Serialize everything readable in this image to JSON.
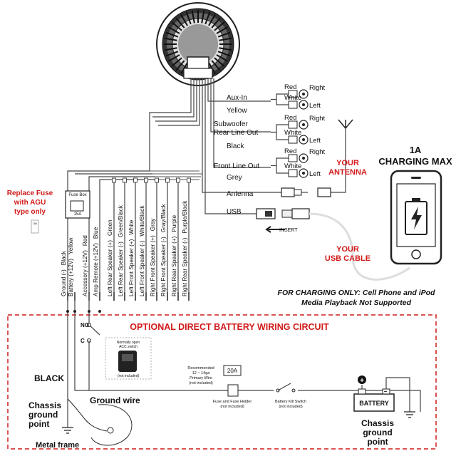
{
  "labels": {
    "aux_in": "Aux-In",
    "yellow": "Yellow",
    "subwoofer": "Subwoofer",
    "rear_line_out": "Rear Line Out",
    "black": "Black",
    "front_line_out": "Front Line Out",
    "grey": "Grey",
    "antenna": "Antenna",
    "usb": "USB",
    "insert": "INSERT",
    "red": "Red",
    "white": "White",
    "right": "Right",
    "left": "Left"
  },
  "replace_fuse": [
    "Replace Fuse",
    "with AGU",
    "type only"
  ],
  "fuse_box": {
    "title": "Fuse Box",
    "rating": "15A",
    "small": "15A"
  },
  "harness": [
    {
      "name": "Ground (-)",
      "color": "Black"
    },
    {
      "name": "Battery (+12V)",
      "color": "Yellow"
    },
    {
      "name": "Accessory (+12V)",
      "color": "Red"
    },
    {
      "name": "Amp Remote (+12V)",
      "color": "Blue"
    },
    {
      "name": "Left Rear Speaker (+)",
      "color": "Green"
    },
    {
      "name": "Left Rear Speaker (-)",
      "color": "Green/Black"
    },
    {
      "name": "Left Front Speaker (+)",
      "color": "White"
    },
    {
      "name": "Left Front Speaker (-)",
      "color": "White/Black"
    },
    {
      "name": "Right Front Speaker (+)",
      "color": "Gray"
    },
    {
      "name": "Right Front Speaker (-)",
      "color": "Gray/Black"
    },
    {
      "name": "Right Rear Speaker (+)",
      "color": "Purple"
    },
    {
      "name": "Right Rear Speaker (-)",
      "color": "Purple/Black"
    }
  ],
  "your_antenna": [
    "YOUR",
    "ANTENNA"
  ],
  "charging": [
    "1A",
    "CHARGING MAX"
  ],
  "your_usb_cable": [
    "YOUR",
    "USB CABLE"
  ],
  "charging_note": [
    "FOR CHARGING ONLY: Cell Phone and iPod",
    "Media Playback Not Supported"
  ],
  "circuit": {
    "title": "OPTIONAL DIRECT BATTERY WIRING CIRCUIT",
    "no": "NO",
    "c": "C",
    "acc_switch": [
      "Normally open",
      "ACC switch"
    ],
    "not_included": "(not included)",
    "black": "BLACK",
    "recommended": [
      "Recommended",
      "12 ~ 14ga",
      "Primary Wire",
      "(not included)"
    ],
    "fuse_rating": "20A",
    "fuse_holder": [
      "Fuse and Fuse Holder",
      "(not included)"
    ],
    "kill_switch": [
      "Battery Kill Switch",
      "(not included)"
    ],
    "battery": "BATTERY",
    "chassis_ground_left": [
      "Chassis",
      "ground",
      "point"
    ],
    "ground_wire": "Ground wire",
    "metal_frame": "Metal frame",
    "chassis_ground_right": [
      "Chassis",
      "ground",
      "point"
    ],
    "minus": "−",
    "plus": "+"
  },
  "colors": {
    "accent_red": "#d11a1a",
    "line": "#444444",
    "dashed": "#d11a1a"
  }
}
